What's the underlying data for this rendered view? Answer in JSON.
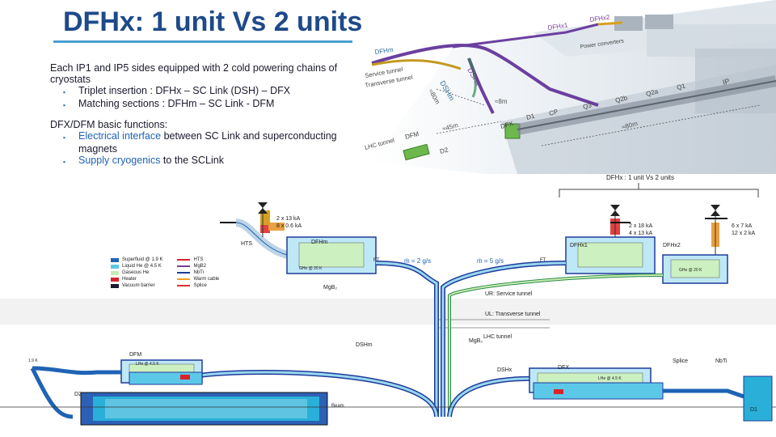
{
  "title": "DFHx: 1 unit Vs 2 units",
  "intro": {
    "line1": "Each IP1 and IP5 sides equipped with 2 cold powering chains of",
    "line2": "cryostats",
    "bullets": [
      "Triplet insertion : DFHx – SC Link (DSH) – DFX",
      "Matching sections : DFHm – SC Link - DFM"
    ]
  },
  "functions": {
    "heading": "DFX/DFM basic functions:",
    "bullets": [
      {
        "pre": "",
        "blue": "Electrical interface",
        "post": " between SC Link and superconducting"
      },
      {
        "pre": "",
        "blue": "",
        "post": "magnets"
      },
      {
        "pre": "",
        "blue": "Supply cryogenics",
        "post": " to the SCLink"
      }
    ]
  },
  "photo_labels": {
    "dfhx1": "DFHx1",
    "dfhx2": "DFHx2",
    "power_converters": "Power converters",
    "dfhm": "DFHm",
    "service_tunnel": "Service tunnel",
    "transverse_tunnel": "Transverse tunnel",
    "dshx": "DSHx",
    "dshm": "DSHm",
    "approx_80m": "≈80m",
    "approx_8m": "≈8m",
    "approx_45m": "≈45m",
    "dfx": "DFX",
    "d1": "D1",
    "cp": "CP",
    "q3": "Q3",
    "q2b": "Q2b",
    "q2a": "Q2a",
    "q1": "Q1",
    "ip": "IP",
    "lhc_tunnel": "LHC tunnel",
    "dfm": "DFM",
    "d2": "D2",
    "approx_80m_b": "≈80m"
  },
  "diagram": {
    "caption": "DFHx : 1 unit Vs 2 units",
    "left_currents": [
      "2 x 13 kA",
      "8 x 0.6 kA"
    ],
    "right1_currents": [
      "2 x 18 kA",
      "4 x 13 kA"
    ],
    "right2_currents": [
      "6 x 7 kA",
      "12 x 2 kA"
    ],
    "hts": "HTS",
    "dfhm": "DFHm",
    "dfhx1": "DFHx1",
    "dfhx2": "DFHx2",
    "ft": "FT",
    "flow1": "ṁ = 2 g/s",
    "flow2": "ṁ = 5 g/s",
    "mgb2": "MgB₂",
    "mgb2_b": "MgB₂",
    "ut": "UR: Service tunnel",
    "ul": "UL: Transverse tunnel",
    "lhc_tunnel": "LHC tunnel",
    "dshm": "DSHm",
    "dshx": "DSHx",
    "dfm": "DFM",
    "dfx": "DFX",
    "d2": "D2",
    "d1": "D1",
    "splice": "Splice",
    "nbti": "NbTi",
    "beam": "Beam",
    "he_label": "GHe @ 20 K",
    "lhe_label": "LHe @ 4.5 K",
    "lhe_label2": "LHe @ 4.5 K",
    "sc_label": "1.9 K"
  },
  "legend": [
    {
      "label": "Superfluid @ 1.9 K",
      "color": "#1f63b5"
    },
    {
      "label": "Liquid He @ 4.5 K",
      "color": "#5cc8e8"
    },
    {
      "label": "Gaseous He",
      "color": "#c7ecb0"
    },
    {
      "label": "Heater",
      "color": "#d8242c"
    },
    {
      "label": "Vacuum barrier",
      "color": "#1a1a2e"
    }
  ],
  "legend2": [
    {
      "label": "HTS",
      "color": "#d8242c"
    },
    {
      "label": "MgB2",
      "color": "#7a3b9c"
    },
    {
      "label": "NbTi",
      "color": "#1f3a9a"
    },
    {
      "label": "Warm cable",
      "color": "#f0a020"
    },
    {
      "label": "Splice",
      "color": "#e03030"
    }
  ]
}
